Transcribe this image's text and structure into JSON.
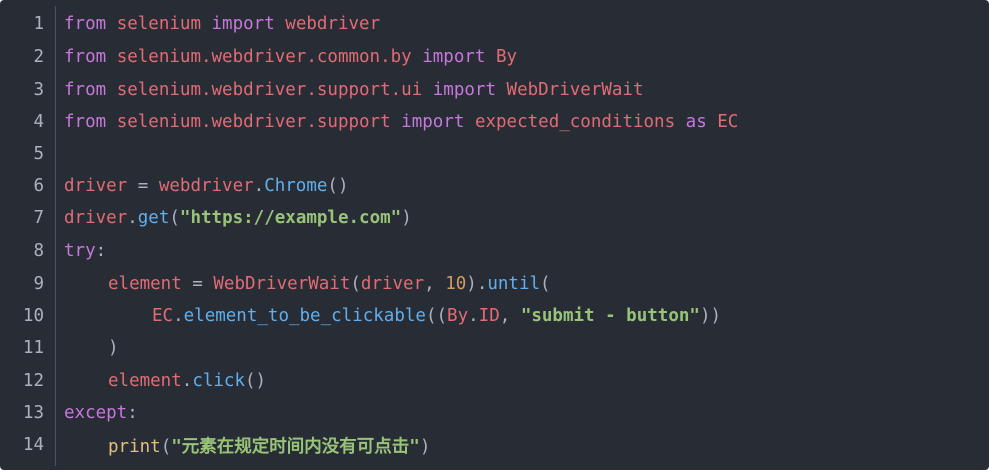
{
  "code_lines": [
    {
      "num": "1",
      "parts": [
        "from",
        " selenium",
        " import",
        " webdriver"
      ]
    },
    {
      "num": "2",
      "parts": [
        "from",
        " selenium.webdriver.common.by",
        " import",
        " By"
      ]
    },
    {
      "num": "3",
      "parts": [
        "from",
        " selenium.webdriver.support.ui",
        " import",
        " WebDriverWait"
      ]
    },
    {
      "num": "4",
      "parts": [
        "from",
        " selenium.webdriver.support",
        " import",
        " expected_conditions",
        " as",
        " EC"
      ]
    },
    {
      "num": "5",
      "parts": []
    },
    {
      "num": "6",
      "parts": [
        "driver",
        " =",
        " webdriver",
        ".",
        "Chrome",
        "()"
      ]
    },
    {
      "num": "7",
      "parts": [
        "driver",
        ".",
        "get",
        "(",
        "\"https://example.com\"",
        ")"
      ]
    },
    {
      "num": "8",
      "parts": [
        "try",
        ":"
      ]
    },
    {
      "num": "9",
      "parts": [
        "element",
        " =",
        " WebDriverWait",
        "(",
        "driver",
        ", ",
        "10",
        ").",
        "until",
        "("
      ]
    },
    {
      "num": "10",
      "parts": [
        "EC",
        ".",
        "element_to_be_clickable",
        "((",
        "By",
        ".",
        "ID",
        ", ",
        "\"submit - button\"",
        "))"
      ]
    },
    {
      "num": "11",
      "parts": [
        ")"
      ]
    },
    {
      "num": "12",
      "parts": [
        "element",
        ".",
        "click",
        "()"
      ]
    },
    {
      "num": "13",
      "parts": [
        "except",
        ":"
      ]
    },
    {
      "num": "14",
      "parts": [
        "print",
        "(",
        "\"元素在规定时间内没有可点击\"",
        ")"
      ]
    }
  ],
  "theme": {
    "background": "#282c34",
    "keyword": "#c678dd",
    "name": "#e06c75",
    "function": "#61afef",
    "string": "#98c379",
    "number": "#d19a66",
    "builtin": "#e5c07b",
    "plain": "#abb2bf"
  }
}
